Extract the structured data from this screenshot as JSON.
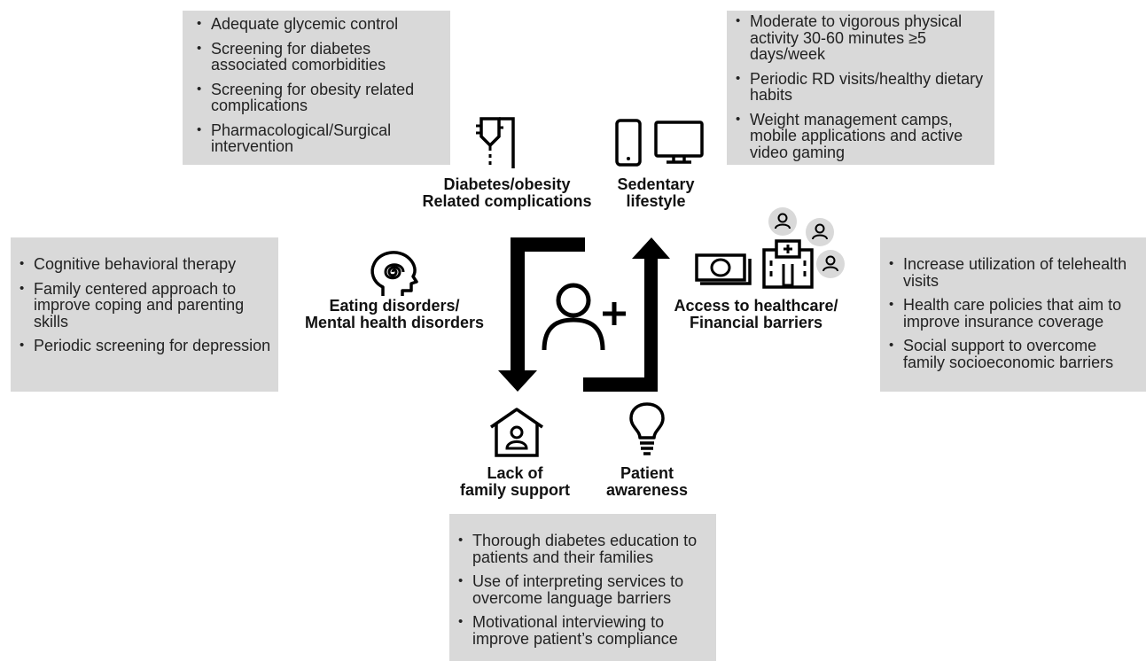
{
  "boxes": {
    "medical": [
      "Adequate glycemic control",
      "Screening for diabetes associated comorbidities",
      "Screening for obesity related complications",
      "Pharmacological/Surgical intervention"
    ],
    "activity": [
      "Moderate to vigorous physical activity 30-60 minutes ≥5 days/week",
      "Periodic RD visits/healthy dietary habits",
      "Weight management camps, mobile applications and active video gaming"
    ],
    "mental": [
      "Cognitive behavioral therapy",
      "Family centered approach to improve coping and parenting skills",
      "Periodic screening for depression"
    ],
    "access": [
      "Increase utilization of telehealth visits",
      "Health care policies that aim to improve insurance coverage",
      "Social support to overcome family socioeconomic barriers"
    ],
    "education": [
      "Thorough diabetes education to patients and their families",
      "Use of interpreting services to overcome language barriers",
      "Motivational interviewing to improve patient’s compliance"
    ]
  },
  "labels": {
    "diabetes": [
      "Diabetes/obesity",
      "Related complications"
    ],
    "sedentary": [
      "Sedentary",
      "lifestyle"
    ],
    "eating": [
      "Eating disorders/",
      "Mental health disorders"
    ],
    "access": [
      "Access to healthcare/",
      "Financial barriers"
    ],
    "family": [
      "Lack of",
      "family support"
    ],
    "awareness": [
      "Patient",
      "awareness"
    ]
  },
  "icons": {
    "diabetes": "iv-drip-icon",
    "sedentary": "phone-and-monitor-icon",
    "eating": "head-spiral-icon",
    "access": "money-hospital-people-icon",
    "family": "house-person-icon",
    "awareness": "lightbulb-icon",
    "center": "person-add-icon"
  },
  "colors": {
    "box_fill": "#d9d9d9",
    "arrow": "#000000",
    "circle_fill": "#d9d9d9"
  }
}
